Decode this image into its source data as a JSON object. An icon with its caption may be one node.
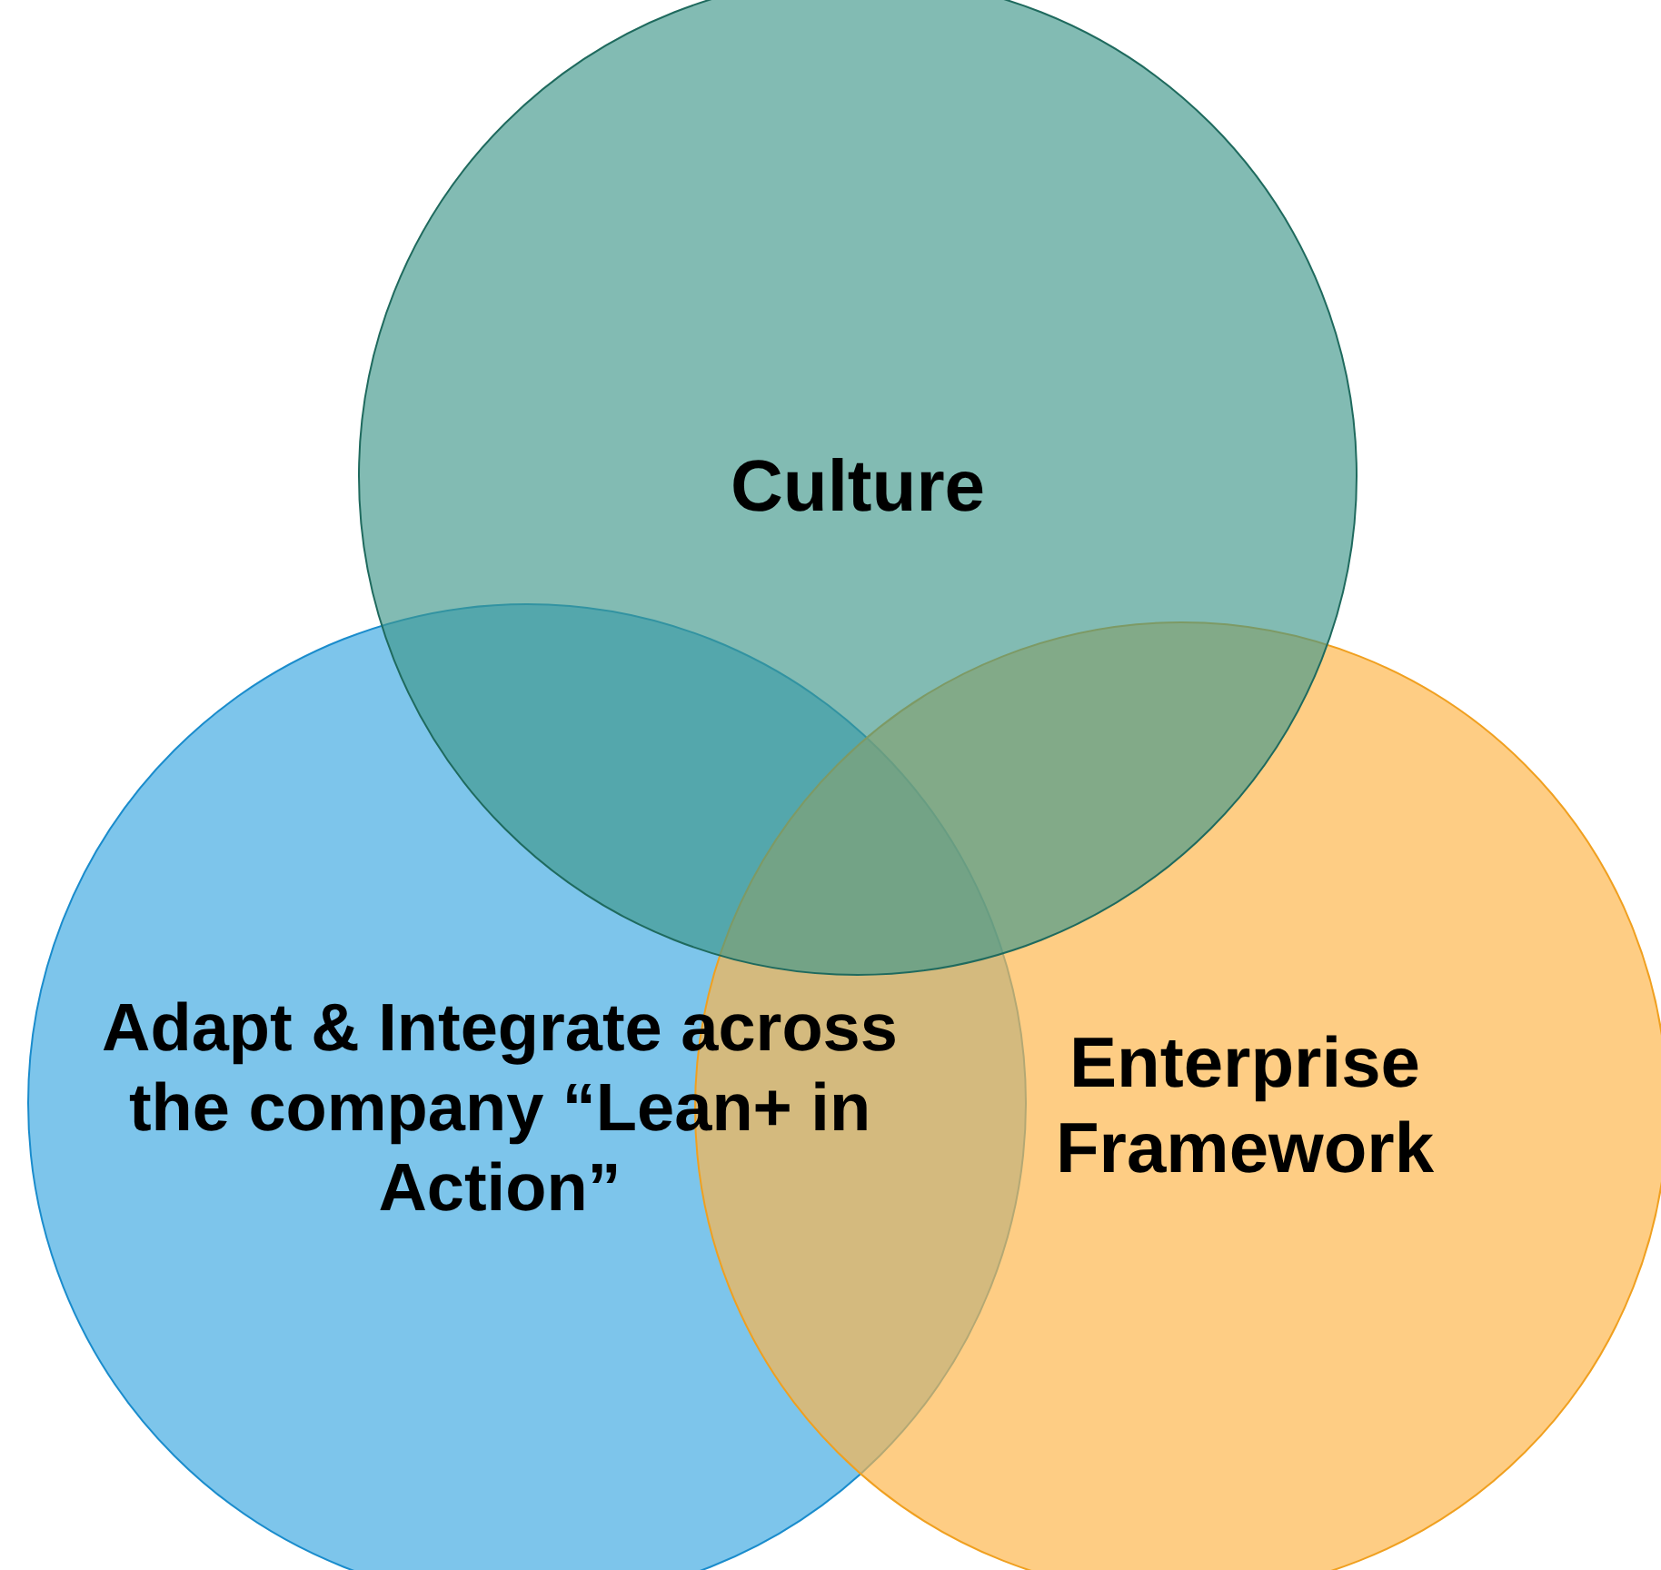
{
  "diagram": {
    "nodes": [
      {
        "text": [
          "Culture"
        ]
      },
      {
        "text": [
          "Adapt & Integrate across the company “Lean+ in Action”"
        ]
      },
      {
        "text": [
          "Enterprise Framework"
        ]
      }
    ]
  }
}
